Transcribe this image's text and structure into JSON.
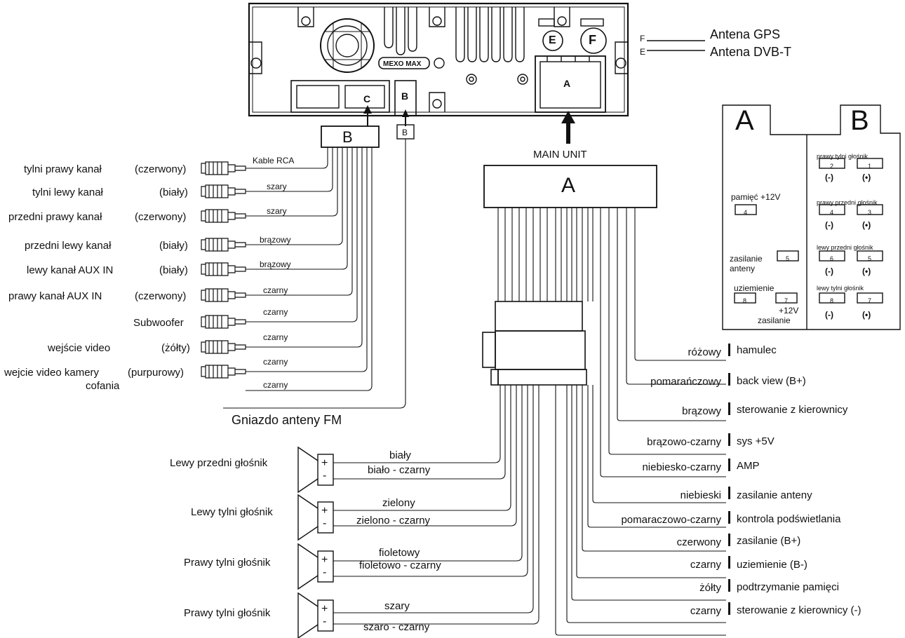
{
  "unit": {
    "connectors": [
      "A",
      "B",
      "C",
      "E",
      "F"
    ],
    "model_badge": "MEXO MAX",
    "main_unit_label": "MAIN UNIT",
    "plug_a": "A",
    "plug_b": "B",
    "plug_b_small": "B"
  },
  "antennas": [
    {
      "letter": "F",
      "name": "Antena GPS"
    },
    {
      "letter": "E",
      "name": "Antena DVB-T"
    }
  ],
  "rca": {
    "cable_label": "Kable RCA",
    "rows": [
      {
        "name": "tylni  prawy kanał",
        "color": "(czerwony)",
        "wire": ""
      },
      {
        "name": "tylni  lewy kanał",
        "color": "(biały)",
        "wire": "szary"
      },
      {
        "name": "przedni prawy kanał",
        "color": "(czerwony)",
        "wire": "szary"
      },
      {
        "name": "przedni lewy kanał",
        "color": "(biały)",
        "wire": "brązowy"
      },
      {
        "name": "lewy kanał AUX IN",
        "color": "(biały)",
        "wire": "brązowy"
      },
      {
        "name": "prawy kanał AUX IN",
        "color": "(czerwony)",
        "wire": "czarny"
      },
      {
        "name": "Subwoofer",
        "color": "",
        "wire": "czarny"
      },
      {
        "name": "wejście video",
        "color": "(żółty)",
        "wire": "czarny"
      },
      {
        "name": "wejcie video kamery",
        "color": "(purpurowy)",
        "wire": "czarny"
      }
    ],
    "last_wire": "czarny",
    "cofania": "cofania",
    "fm_socket": "Gniazdo anteny FM"
  },
  "speakers": [
    {
      "name": "Lewy przedni głośnik",
      "plus_wire": "biały",
      "minus_wire": "biało - czarny"
    },
    {
      "name": "Lewy tylni głośnik",
      "plus_wire": "zielony",
      "minus_wire": "zielono - czarny"
    },
    {
      "name": "Prawy tylni głośnik",
      "plus_wire": "fioletowy",
      "minus_wire": "fioletowo - czarny"
    },
    {
      "name": "Prawy tylni głośnik",
      "plus_wire": "szary",
      "minus_wire": "szaro - czarny"
    }
  ],
  "polarity": {
    "plus": "+",
    "minus": "-"
  },
  "harness": [
    {
      "color": "różowy",
      "function": "hamulec"
    },
    {
      "color": "pomarańczowy",
      "function": "back view (B+)"
    },
    {
      "color": "brązowy",
      "function": "sterowanie z kierownicy"
    },
    {
      "color": "brązowo-czarny",
      "function": "sys +5V"
    },
    {
      "color": "niebiesko-czarny",
      "function": "AMP"
    },
    {
      "color": "niebieski",
      "function": "zasilanie anteny"
    },
    {
      "color": "pomaraczowo-czarny",
      "function": "kontrola podświetlania"
    },
    {
      "color": "czerwony",
      "function": "zasilanie (B+)"
    },
    {
      "color": "czarny",
      "function": "uziemienie (B-)"
    },
    {
      "color": "żółty",
      "function": "podtrzymanie pamięci"
    },
    {
      "color": "czarny",
      "function": "sterowanie z kierownicy (-)"
    }
  ],
  "pinout": {
    "a_title": "A",
    "b_title": "B",
    "a_pins": [
      {
        "label": "pamięć +12V",
        "num": "4"
      },
      {
        "label": "zasilanie",
        "label2": "anteny",
        "num": "5"
      },
      {
        "label": "uziemienie",
        "num": "8"
      },
      {
        "label": "+12V",
        "label2": "zasilanie",
        "num": "7"
      }
    ],
    "b_groups": [
      {
        "label": "prawy tylni głośnik",
        "left": "2",
        "right": "1"
      },
      {
        "label": "prawy przedni głośnik",
        "left": "4",
        "right": "3"
      },
      {
        "label": "lewy przedni głośnik",
        "left": "6",
        "right": "5"
      },
      {
        "label": "lewy tylni głośnik",
        "left": "8",
        "right": "7"
      }
    ],
    "neg_symbol": "(-)",
    "pos_symbol": "(•)"
  }
}
